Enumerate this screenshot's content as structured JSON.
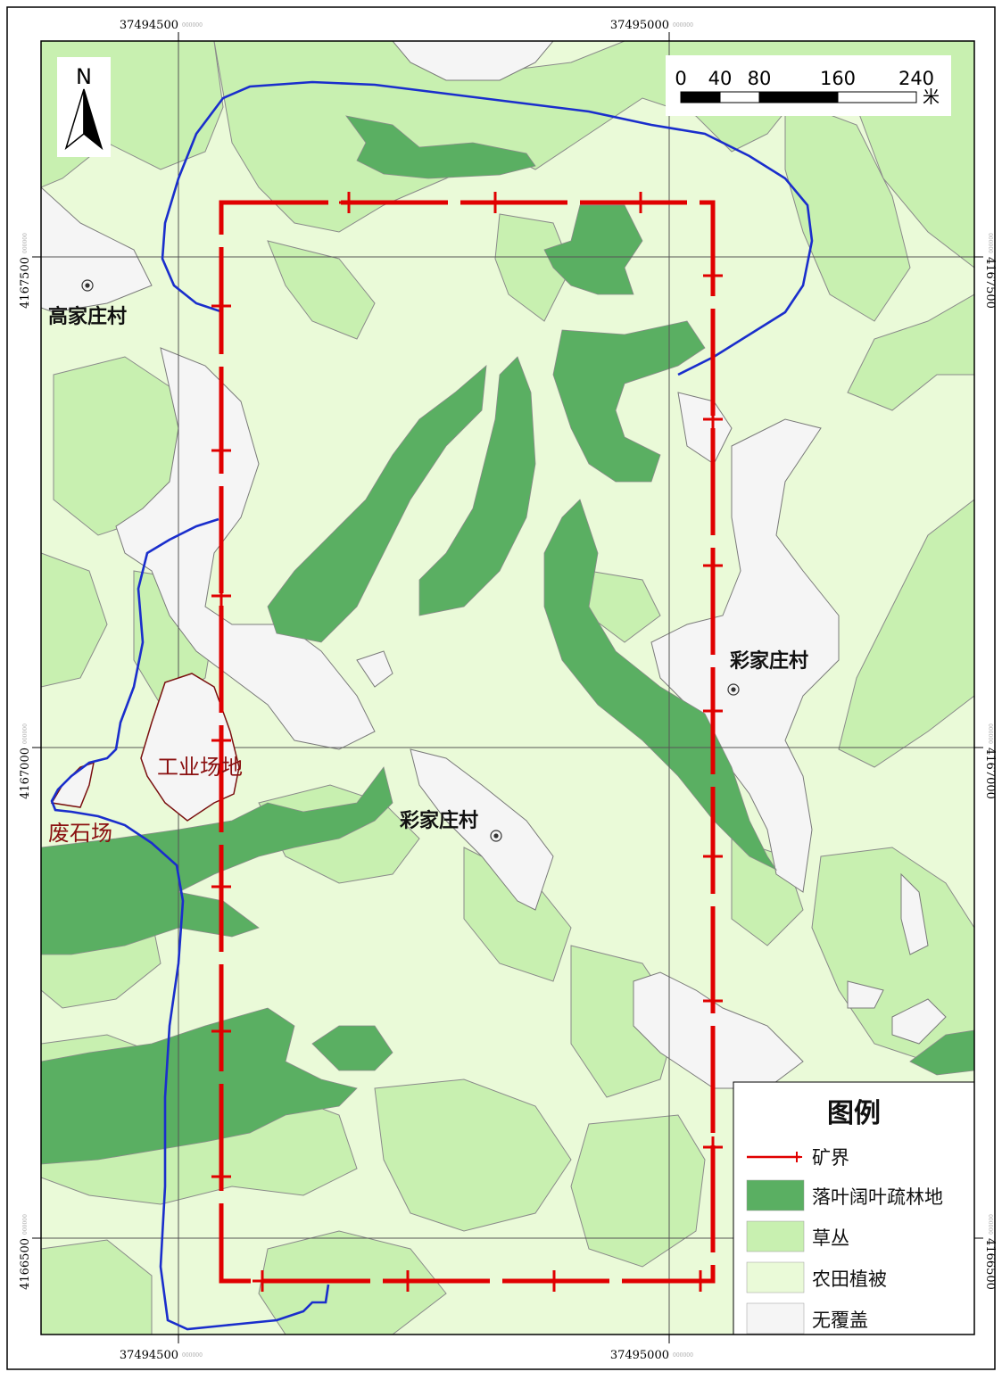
{
  "map": {
    "coords": {
      "x_left": "37494500",
      "x_right": "37495000",
      "suffix": "000000",
      "y_top": "4167500",
      "y_mid": "4167000",
      "y_bottom": "4166500"
    },
    "north_label": "N",
    "scale_bar": {
      "ticks": [
        "0",
        "40",
        "80",
        "160",
        "240"
      ],
      "unit": "米"
    },
    "places": {
      "village_gaojia": "高家庄村",
      "village_caijia_east": "彩家庄村",
      "village_caijia_center": "彩家庄村",
      "industrial_site": "工业场地",
      "waste_rock_yard": "废石场"
    },
    "legend": {
      "title": "图例",
      "items": [
        {
          "label": "矿界",
          "color": "#e00000"
        },
        {
          "label": "落叶阔叶疏林地",
          "color": "#5aaf62"
        },
        {
          "label": "草丛",
          "color": "#c8f0b0"
        },
        {
          "label": "农田植被",
          "color": "#eafad8"
        },
        {
          "label": "无覆盖",
          "color": "#f5f5f5"
        }
      ]
    },
    "colors": {
      "forest": "#5aaf62",
      "grass": "#c8f0b0",
      "farmland": "#eafad8",
      "bare": "#f5f5f5",
      "boundary_blue": "#1a2ecc",
      "mine_red": "#e00000",
      "site_outline": "#7a1010",
      "site_label": "#8a1010"
    }
  }
}
